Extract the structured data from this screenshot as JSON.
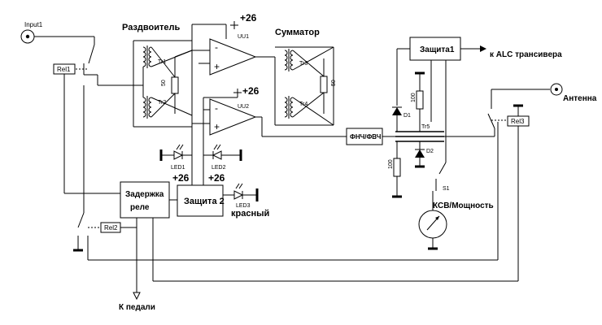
{
  "labels": {
    "input": "Input1",
    "antenna": "Антенна",
    "splitter": "Раздвоитель",
    "combiner": "Сумматор",
    "plus26": "+26",
    "uu1": "UU1",
    "uu2": "UU2",
    "tr1": "Tr1",
    "tr2": "Tr2",
    "tr3": "Tr3",
    "tr4": "Tr4",
    "tr5": "Tr5",
    "r50": "50",
    "r100": "100",
    "rel1": "Rel1",
    "rel2": "Rel2",
    "rel3": "Rel3",
    "led1": "LED1",
    "led2": "LED2",
    "led3": "LED3",
    "red": "красный",
    "d1": "D1",
    "d2": "D2",
    "s1": "S1",
    "opamp_minus": "-",
    "opamp_plus": "+",
    "protection1": "Защита1",
    "protection2": "Защита 2",
    "delay_line1": "Задержка",
    "delay_line2": "реле",
    "lpf": "ФНЧ/ФВЧ",
    "alc": "к ALC трансивера",
    "swr": "КСВ/Мощность",
    "pedal": "К педали"
  }
}
